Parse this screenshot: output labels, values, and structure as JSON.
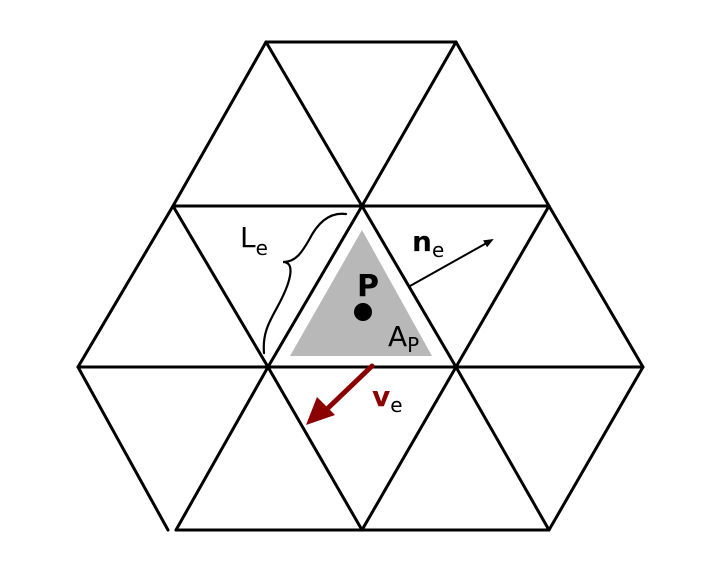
{
  "colors": {
    "edge": "#000000",
    "cell_fill": "#b8b8b8",
    "velocity": "#8b0000",
    "background": "#ffffff"
  },
  "labels": {
    "edge_length": {
      "main": "L",
      "sub": "e"
    },
    "normal": {
      "main": "n",
      "sub": "e"
    },
    "point": {
      "main": "P"
    },
    "area": {
      "main": "A",
      "sub": "P"
    },
    "velocity": {
      "main": "v",
      "sub": "e"
    }
  }
}
